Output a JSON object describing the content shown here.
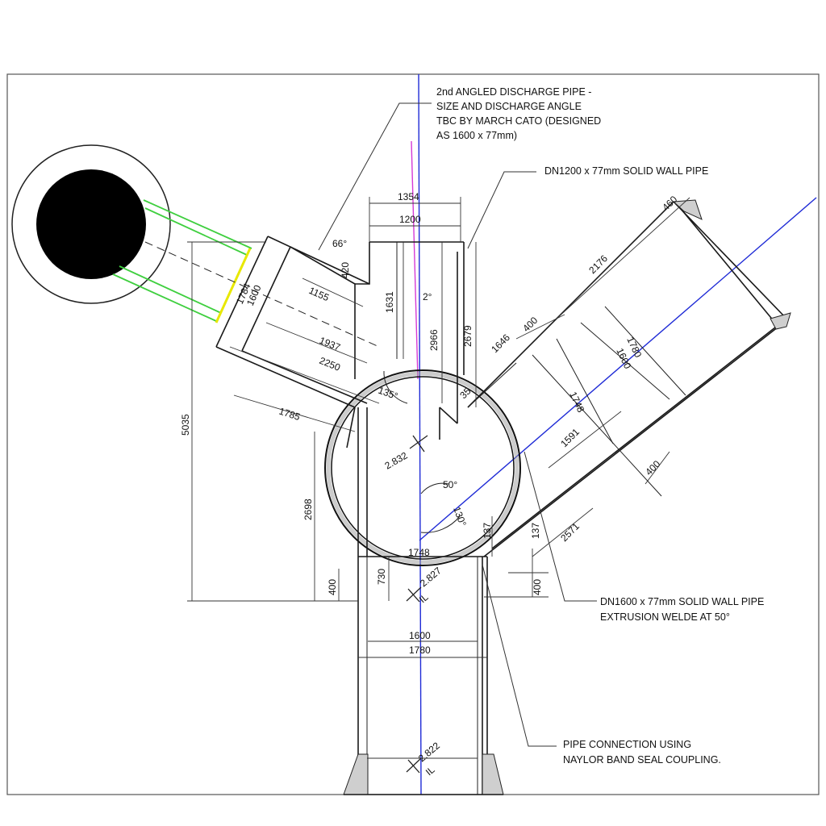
{
  "notes": {
    "second_pipe_line1": "2nd ANGLED DISCHARGE PIPE -",
    "second_pipe_line2": "SIZE AND DISCHARGE ANGLE",
    "second_pipe_line3": "TBC BY MARCH CATO (DESIGNED",
    "second_pipe_line4": "AS 1600 x 77mm)",
    "dn1200": "DN1200 x 77mm SOLID WALL PIPE",
    "dn1600_line1": "DN1600 x 77mm SOLID WALL PIPE",
    "dn1600_line2": "EXTRUSION WELDE AT 50°",
    "coupling_line1": "PIPE CONNECTION USING",
    "coupling_line2": "NAYLOR BAND SEAL COUPLING."
  },
  "dimensions": {
    "d1354": "1354",
    "d1200": "1200",
    "d1155": "1155",
    "d1937": "1937",
    "d2250": "2250",
    "d1785": "1785",
    "d5035": "5035",
    "d2698": "2698",
    "d400_left": "400",
    "d730": "730",
    "d1748_bottom": "1748",
    "d1600_bottom": "1600",
    "d1780_bottom": "1780",
    "d1631": "1631",
    "d2966": "2966",
    "d2679": "2679",
    "d2deg": "2°",
    "d66deg": "66°",
    "d420": "420",
    "d1784": "1784",
    "d1600_left": "1600",
    "d135deg": "135°",
    "d50deg": "50°",
    "d130deg": "130°",
    "d137a": "137",
    "d137b": "137",
    "d460": "460",
    "d2176": "2176",
    "d1646": "1646",
    "d400_right_top": "400",
    "d1780_right": "1780",
    "d1600_right": "1600",
    "d1748_right": "1748",
    "d1591": "1591",
    "d400_right_bottom": "400",
    "d2571": "2571",
    "d400_bottom_right": "400",
    "d35": "35"
  },
  "levels": {
    "il_center": "2.832",
    "il_mid": "2.827",
    "il_mid_tag": "IL",
    "il_bottom": "2.822",
    "il_bottom_tag": "IL"
  },
  "colors": {
    "line": "#1a1a1a",
    "blue_axis": "#1f2bd6",
    "magenta_axis": "#d63ad6",
    "green_pipe": "#3fcf3f",
    "yellow_end": "#e8e800",
    "concrete": "#cfcfcf"
  }
}
